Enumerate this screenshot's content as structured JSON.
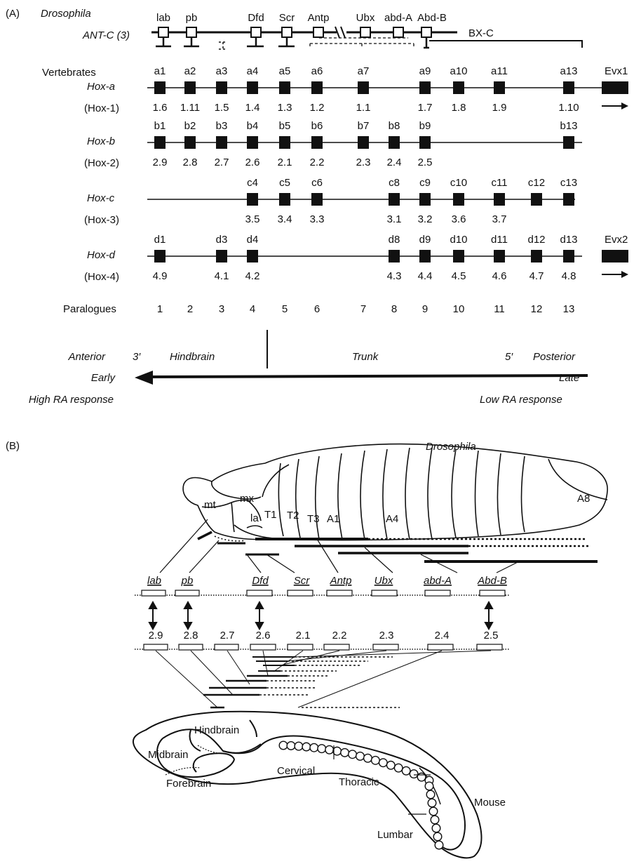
{
  "panelA": {
    "label": "(A)",
    "species": "Drosophila",
    "cluster": "ANT-C (3)",
    "bxc": "BX-C",
    "fly_genes": [
      "lab",
      "pb",
      "Dfd",
      "Scr",
      "Antp",
      "Ubx",
      "abd-A",
      "Abd-B"
    ],
    "vertebrates_label": "Vertebrates",
    "clusters": [
      {
        "name": "Hox-a",
        "old": "(Hox-1)",
        "genes": [
          [
            "a1",
            "1.6"
          ],
          [
            "a2",
            "1.11"
          ],
          [
            "a3",
            "1.5"
          ],
          [
            "a4",
            "1.4"
          ],
          [
            "a5",
            "1.3"
          ],
          [
            "a6",
            "1.2"
          ],
          [
            "a7",
            "1.1"
          ],
          [
            "a9",
            "1.7"
          ],
          [
            "a10",
            "1.8"
          ],
          [
            "a11",
            "1.9"
          ],
          [
            "a13",
            "1.10"
          ]
        ],
        "evx": "Evx1"
      },
      {
        "name": "Hox-b",
        "old": "(Hox-2)",
        "genes": [
          [
            "b1",
            "2.9"
          ],
          [
            "b2",
            "2.8"
          ],
          [
            "b3",
            "2.7"
          ],
          [
            "b4",
            "2.6"
          ],
          [
            "b5",
            "2.1"
          ],
          [
            "b6",
            "2.2"
          ],
          [
            "b7",
            "2.3"
          ],
          [
            "b8",
            "2.4"
          ],
          [
            "b9",
            "2.5"
          ],
          [
            "b13",
            ""
          ]
        ]
      },
      {
        "name": "Hox-c",
        "old": "(Hox-3)",
        "genes": [
          [
            "c4",
            "3.5"
          ],
          [
            "c5",
            "3.4"
          ],
          [
            "c6",
            "3.3"
          ],
          [
            "c8",
            "3.1"
          ],
          [
            "c9",
            "3.2"
          ],
          [
            "c10",
            "3.6"
          ],
          [
            "c11",
            "3.7"
          ],
          [
            "c12",
            ""
          ],
          [
            "c13",
            ""
          ]
        ]
      },
      {
        "name": "Hox-d",
        "old": "(Hox-4)",
        "genes": [
          [
            "d1",
            "4.9"
          ],
          [
            "d3",
            "4.1"
          ],
          [
            "d4",
            "4.2"
          ],
          [
            "d8",
            "4.3"
          ],
          [
            "d9",
            "4.4"
          ],
          [
            "d10",
            "4.5"
          ],
          [
            "d11",
            "4.6"
          ],
          [
            "d12",
            "4.7"
          ],
          [
            "d13",
            "4.8"
          ]
        ],
        "evx": "Evx2"
      }
    ],
    "paralogues_label": "Paralogues",
    "paralogues": [
      "1",
      "2",
      "3",
      "4",
      "5",
      "6",
      "7",
      "8",
      "9",
      "10",
      "11",
      "12",
      "13"
    ],
    "axis": {
      "anterior": "Anterior",
      "early": "Early",
      "high_ra": "High RA response",
      "three_prime": "3′",
      "hindbrain": "Hindbrain",
      "trunk": "Trunk",
      "five_prime": "5′",
      "posterior": "Posterior",
      "late": "Late",
      "low_ra": "Low RA response"
    }
  },
  "panelB": {
    "label": "(B)",
    "species": "Drosophila",
    "segments": [
      "mt",
      "mx",
      "la",
      "T1",
      "T2",
      "T3",
      "A1",
      "A4",
      "A8"
    ],
    "fly_genes": [
      "lab",
      "pb",
      "Dfd",
      "Scr",
      "Antp",
      "Ubx",
      "abd-A",
      "Abd-B"
    ],
    "mouse_genes": [
      "2.9",
      "2.8",
      "2.7",
      "2.6",
      "2.1",
      "2.2",
      "2.3",
      "2.4",
      "2.5"
    ],
    "mouse_regions": [
      "Hindbrain",
      "Midbrain",
      "Forebrain",
      "Cervical",
      "Thoracic",
      "Lumbar"
    ],
    "organism": "Mouse"
  }
}
